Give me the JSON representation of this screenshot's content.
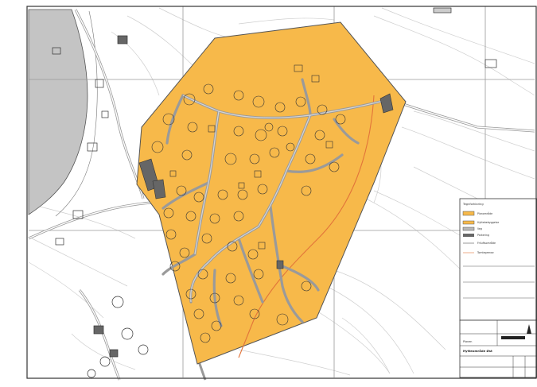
{
  "map": {
    "colors": {
      "paper": "#ffffff",
      "frame": "#333333",
      "grid": "#9a9a9a",
      "water": "#c4c4c4",
      "contour": "#c9c9c9",
      "plan_area": "#f7b94a",
      "plan_area_edge": "#555555",
      "road": "#b8b8b8",
      "plot_line": "#333333",
      "terrain_line": "#e2743a",
      "dark_block": "#666666"
    },
    "legend": {
      "lines": [
        "Tegnforklaring",
        "Planområde",
        "Hyttebebyggelse",
        "Veg",
        "Parkering",
        "Friluftsområde",
        "Tomtegrense",
        "Planen",
        "Hytteområde Øst"
      ]
    }
  }
}
